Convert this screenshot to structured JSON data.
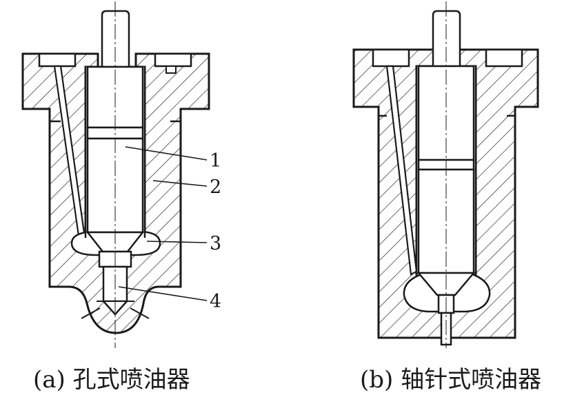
{
  "figure": {
    "panels": [
      {
        "id": "a",
        "caption": "(a) 孔式喷油器",
        "callouts": [
          "1",
          "2",
          "3",
          "4"
        ]
      },
      {
        "id": "b",
        "caption": "(b) 轴针式喷油器"
      }
    ]
  },
  "colors": {
    "line": "#1a1a1a",
    "background": "#ffffff"
  }
}
